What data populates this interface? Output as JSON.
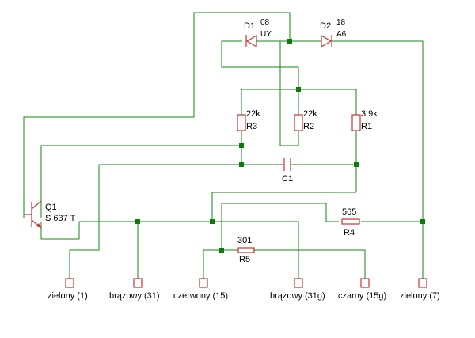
{
  "components": {
    "d1": {
      "ref": "D1",
      "value_top": "08",
      "value_bottom": "UY"
    },
    "d2": {
      "ref": "D2",
      "value_top": "18",
      "value_bottom": "A6"
    },
    "r1": {
      "ref": "R1",
      "value": "3.9k"
    },
    "r2": {
      "ref": "R2",
      "value": "22k"
    },
    "r3": {
      "ref": "R3",
      "value": "22k"
    },
    "r4": {
      "ref": "R4",
      "value": "565"
    },
    "r5": {
      "ref": "R5",
      "value": "301"
    },
    "c1": {
      "ref": "C1"
    },
    "q1": {
      "ref": "Q1",
      "part": "S 637 T"
    }
  },
  "connectors": [
    {
      "label": "zielony (1)"
    },
    {
      "label": "brązowy (31)"
    },
    {
      "label": "czerwony (15)"
    },
    {
      "label": "brązowy (31g)"
    },
    {
      "label": "czarny (15g)"
    },
    {
      "label": "zielony (7)"
    }
  ],
  "colors": {
    "wire": "#118811",
    "junction": "#0c7a0c",
    "component": "#c83232",
    "text": "#000000",
    "background": "#ffffff"
  }
}
